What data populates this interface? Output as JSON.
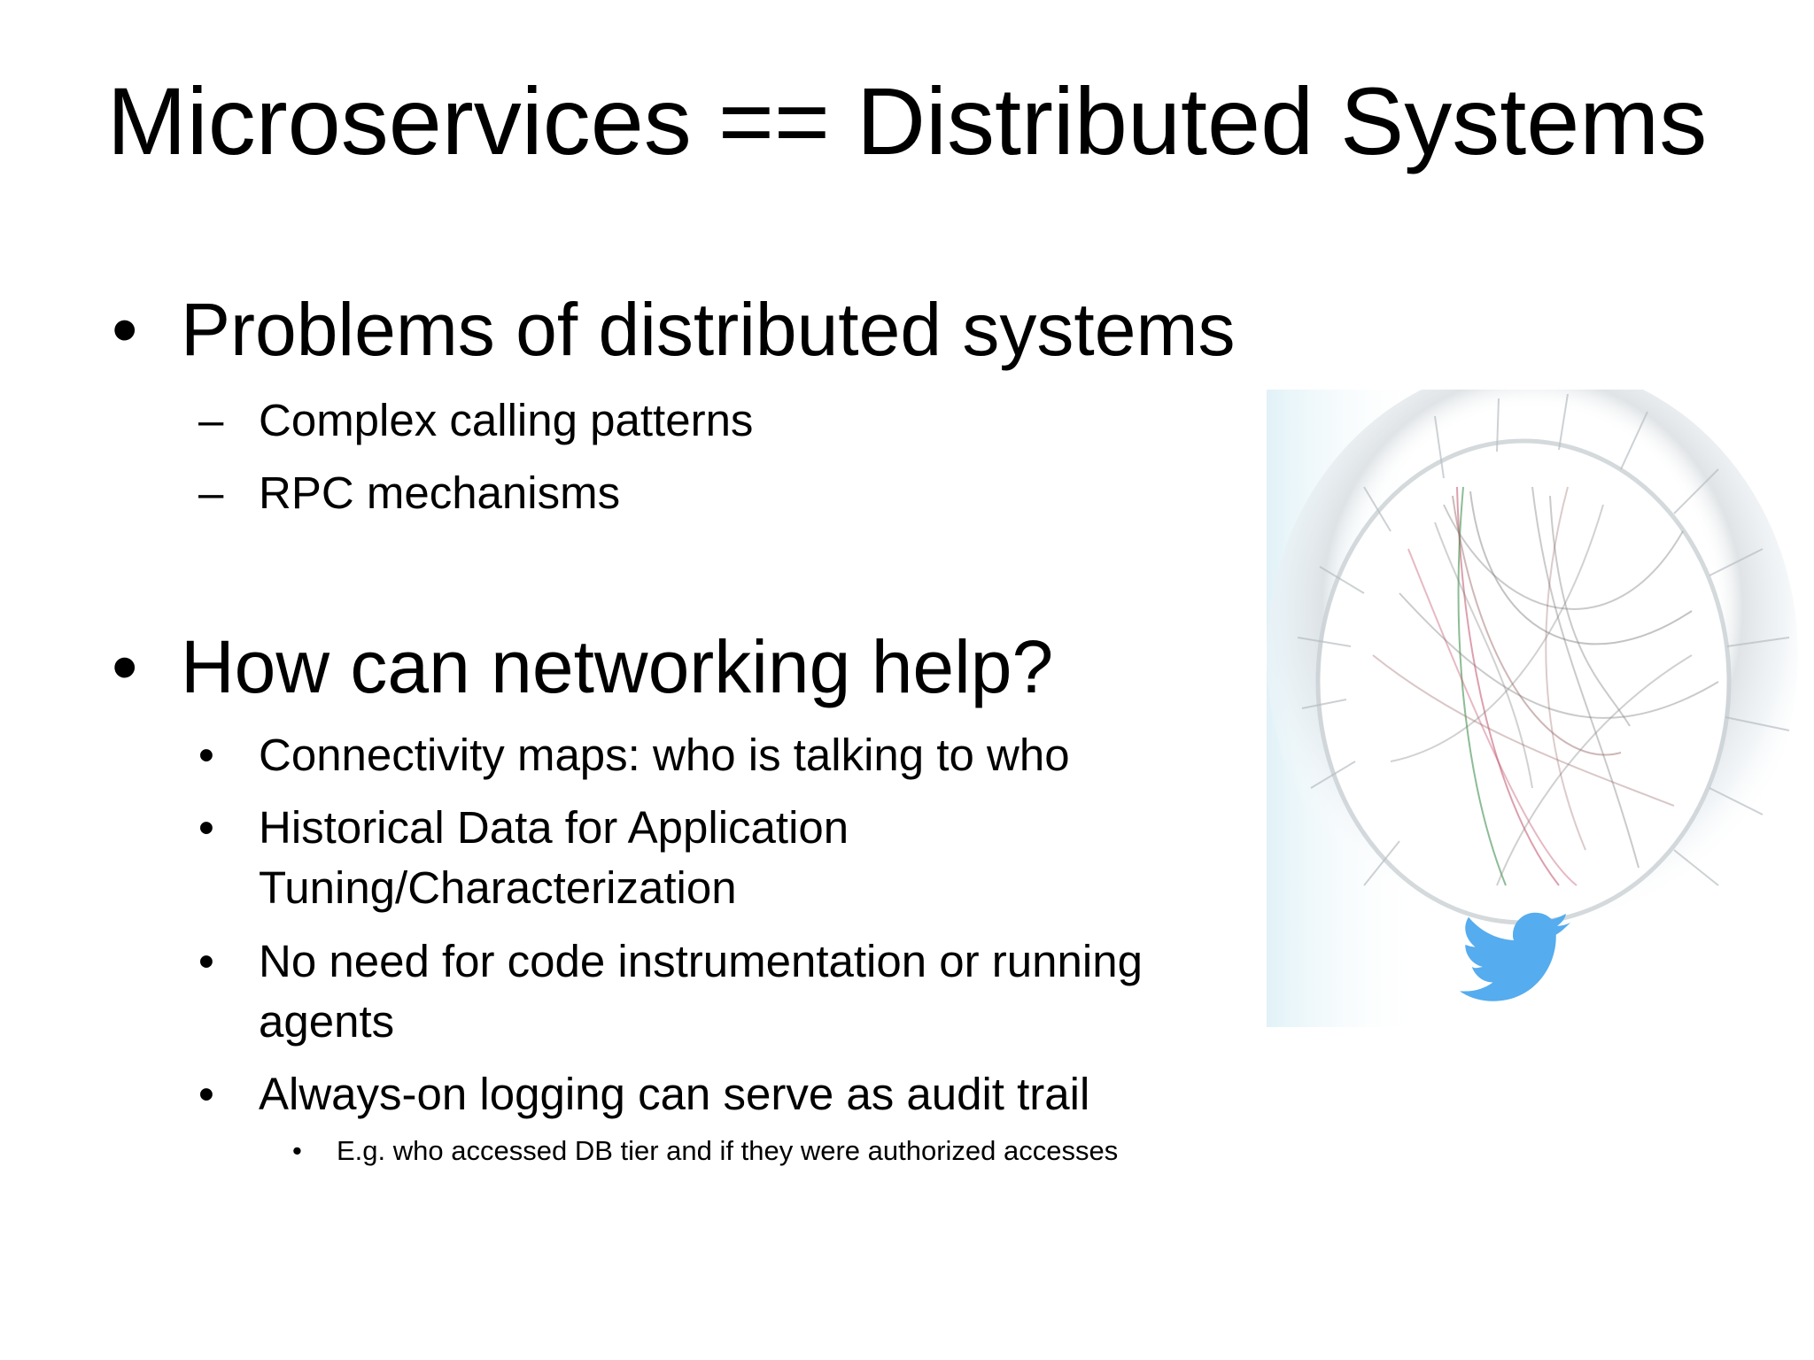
{
  "slide": {
    "title": "Microservices == Distributed Systems",
    "sections": [
      {
        "bullet": "•",
        "heading": "Problems of distributed systems",
        "items": [
          {
            "bullet": "–",
            "text": "Complex calling patterns"
          },
          {
            "bullet": "–",
            "text": "RPC mechanisms"
          }
        ]
      },
      {
        "bullet": "•",
        "heading": "How can networking help?",
        "items": [
          {
            "bullet": "•",
            "text": "Connectivity maps: who is talking to who"
          },
          {
            "bullet": "•",
            "text_line1": "Historical Data for Application",
            "text_line2": "Tuning/Characterization"
          },
          {
            "bullet": "•",
            "text_line1": "No need for code instrumentation or running",
            "text_line2": "agents"
          },
          {
            "bullet": "•",
            "text": "Always-on logging can serve as audit trail"
          }
        ],
        "subitem": {
          "bullet": "•",
          "text": "E.g. who accessed DB tier and if they were authorized accesses"
        }
      }
    ]
  },
  "graphic": {
    "name": "twitter-service-dependency-graph",
    "bird_color": "#55acee",
    "edge_colors": [
      "#7a7a7a",
      "#c0506a",
      "#3f8f4f",
      "#a07070"
    ]
  }
}
